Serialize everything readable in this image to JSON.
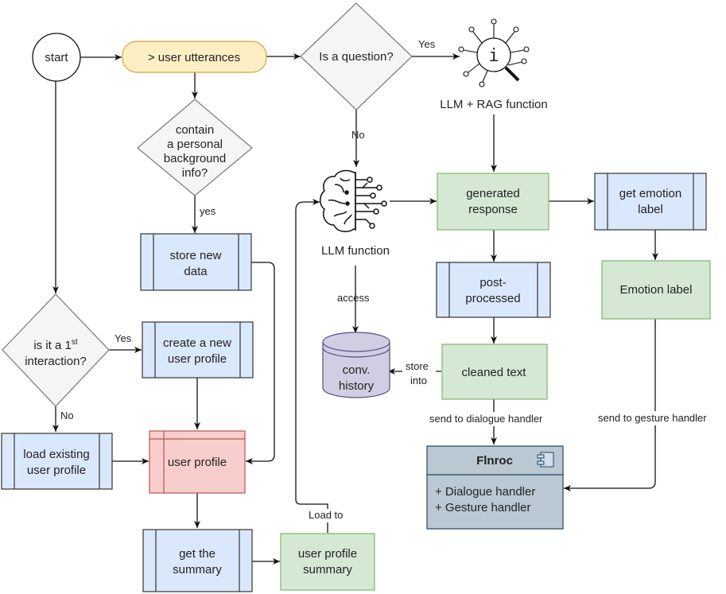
{
  "nodes": {
    "start": "start",
    "user_utterances": "> user utterances",
    "is_question": "Is a question?",
    "llm_rag": "LLM + RAG function",
    "contain_personal": [
      "contain",
      "a personal",
      "background",
      "info?"
    ],
    "store_new_data": [
      "store new",
      "data"
    ],
    "llm_function": "LLM function",
    "generated_response": [
      "generated",
      "response"
    ],
    "get_emotion_label": [
      "get emotion",
      "label"
    ],
    "post_processed": [
      "post-",
      "processed"
    ],
    "emotion_label": "Emotion label",
    "first_interaction": {
      "line1": "is it a 1",
      "sup": "st",
      "line2": "interaction?"
    },
    "create_profile": [
      "create a new",
      "user profile"
    ],
    "conv_history": [
      "conv.",
      "history"
    ],
    "cleaned_text": "cleaned text",
    "load_profile": [
      "load existing",
      "user profile"
    ],
    "user_profile": "user profile",
    "flnroc": {
      "title": "Flnroc",
      "items": [
        "+ Dialogue handler",
        "+ Gesture handler"
      ]
    },
    "get_summary": [
      "get the",
      "summary"
    ],
    "profile_summary": [
      "user profile",
      "summary"
    ]
  },
  "edges": {
    "yes_question": "Yes",
    "no_question": "No",
    "yes_personal": "yes",
    "access": "access",
    "yes_first": "Yes",
    "no_first": "No",
    "store_into": [
      "store",
      "into"
    ],
    "send_dialogue": "send to dialogue handler",
    "send_gesture": "send to gesture handler",
    "load_to": "Load to"
  },
  "colors": {
    "yellow_fill": "#fdefc3",
    "yellow_stroke": "#d6b656",
    "blue_fill": "#dae8fc",
    "blue_stroke": "#3b3b3b",
    "green_fill": "#d5e8d4",
    "green_stroke": "#82b366",
    "red_fill": "#f8cecc",
    "red_stroke": "#b85450",
    "gray_fill": "#f5f5f5",
    "gray_stroke": "#666666",
    "cyl_fill": "#d0cee2",
    "cyl_stroke": "#56517e",
    "flnroc_fill": "#bac8d3",
    "flnroc_stroke": "#23445d"
  },
  "icons": [
    "info-search-icon",
    "brain-circuit-icon",
    "component-icon"
  ]
}
